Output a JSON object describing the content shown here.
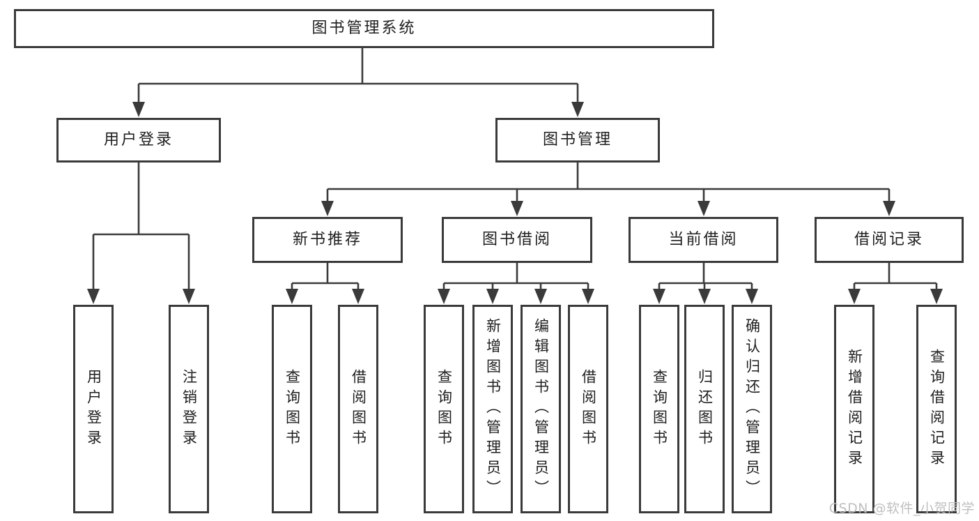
{
  "diagram": {
    "root": "图书管理系统",
    "branches": [
      {
        "label": "用户登录",
        "children": [
          "用户登录",
          "注销登录"
        ]
      },
      {
        "label": "图书管理",
        "children": [
          {
            "label": "新书推荐",
            "children": [
              "查询图书",
              "借阅图书"
            ]
          },
          {
            "label": "图书借阅",
            "children": [
              "查询图书",
              "新增图书（管理员）",
              "编辑图书（管理员）",
              "借阅图书"
            ]
          },
          {
            "label": "当前借阅",
            "children": [
              "查询图书",
              "归还图书",
              "确认归还（管理员）"
            ]
          },
          {
            "label": "借阅记录",
            "children": [
              "新增借阅记录",
              "查询借阅记录"
            ]
          }
        ]
      }
    ],
    "colors": {
      "line": "#3a3a3a",
      "text": "#1e1e1e",
      "box_background": "#ffffff",
      "watermark": "#bfbfbf"
    }
  },
  "watermark": {
    "text": "CSDN @软件_小贺同学"
  }
}
